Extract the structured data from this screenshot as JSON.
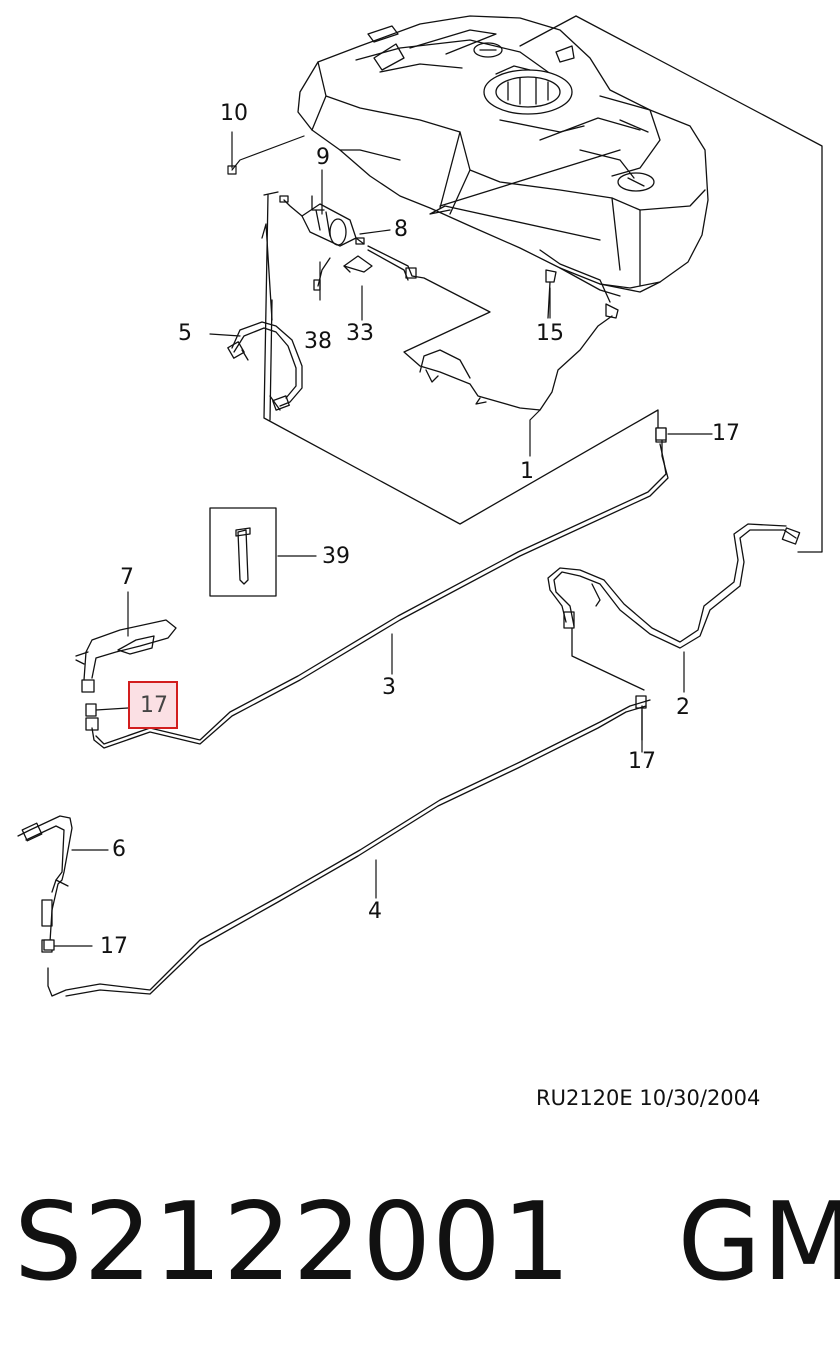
{
  "diagram": {
    "callouts": [
      {
        "id": "c10",
        "label": "10"
      },
      {
        "id": "c9",
        "label": "9"
      },
      {
        "id": "c8",
        "label": "8"
      },
      {
        "id": "c38",
        "label": "38"
      },
      {
        "id": "c33",
        "label": "33"
      },
      {
        "id": "c15",
        "label": "15"
      },
      {
        "id": "c5",
        "label": "5"
      },
      {
        "id": "c17a",
        "label": "17"
      },
      {
        "id": "c1",
        "label": "1"
      },
      {
        "id": "c39",
        "label": "39"
      },
      {
        "id": "c7",
        "label": "7"
      },
      {
        "id": "c17b",
        "label": "17"
      },
      {
        "id": "c3",
        "label": "3"
      },
      {
        "id": "c2",
        "label": "2"
      },
      {
        "id": "c17c",
        "label": "17"
      },
      {
        "id": "c6",
        "label": "6"
      },
      {
        "id": "c4",
        "label": "4"
      },
      {
        "id": "c17d",
        "label": "17"
      }
    ],
    "highlighted_callout": "c17b",
    "highlight_color": "#d21e1e",
    "highlight_fill": "#fbe0e4"
  },
  "footer": {
    "drawing_code": "RU2120E  10/30/2004",
    "part_number": "S2122001   GM"
  }
}
